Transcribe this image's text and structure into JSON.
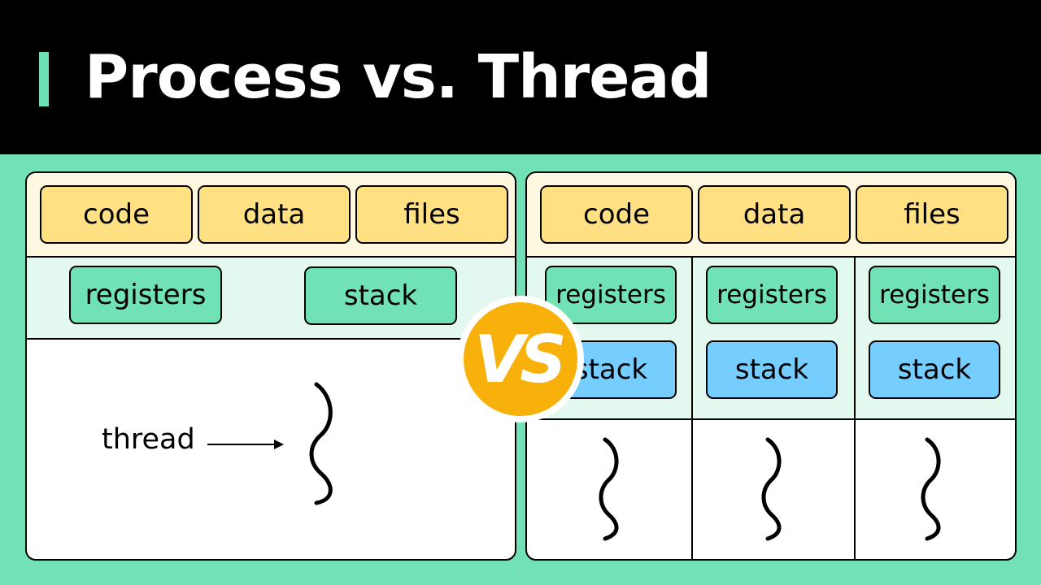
{
  "title": "Process vs. Thread",
  "left": {
    "resources": [
      "code",
      "data",
      "files"
    ],
    "registers": "registers",
    "stack": "stack",
    "thread_label": "thread"
  },
  "right": {
    "resources": [
      "code",
      "data",
      "files"
    ],
    "threads": [
      {
        "registers": "registers",
        "stack": "stack"
      },
      {
        "registers": "registers",
        "stack": "stack"
      },
      {
        "registers": "registers",
        "stack": "stack"
      }
    ]
  },
  "vs": "VS",
  "colors": {
    "background": "#72e1b6",
    "header": "#000000",
    "resource_box": "#ffe083",
    "registers_box": "#70e2b6",
    "stack_box_thread": "#76cdff",
    "vs_badge": "#f8b00a"
  }
}
